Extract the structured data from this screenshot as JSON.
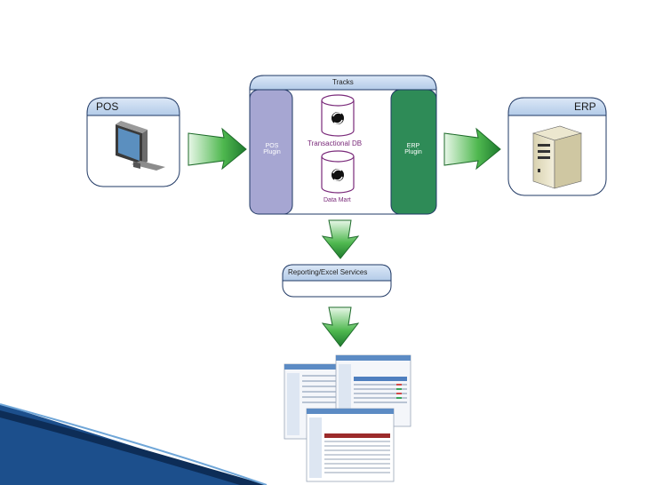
{
  "colors": {
    "box_header": "#c6d9f1",
    "box_stroke": "#1f3864",
    "pos_plugin": "#a6a6d2",
    "erp_plugin": "#2e8b57",
    "cylinder_stroke": "#7a2a7a",
    "arrow_green": "#2ea043",
    "label_purple": "#7a2a7a"
  },
  "pos": {
    "title": "POS",
    "icon": "monitor-icon"
  },
  "erp": {
    "title": "ERP",
    "icon": "server-icon"
  },
  "tracks": {
    "title": "Tracks",
    "pos_plugin": "POS\nPlugin",
    "erp_plugin": "ERP\nPlugin",
    "transactional_db": "Transactional DB",
    "data_mart": "Data Mart"
  },
  "reporting": {
    "title": "Reporting/Excel Services"
  },
  "report_screenshots": {
    "icon": "report-screenshots-icon"
  }
}
